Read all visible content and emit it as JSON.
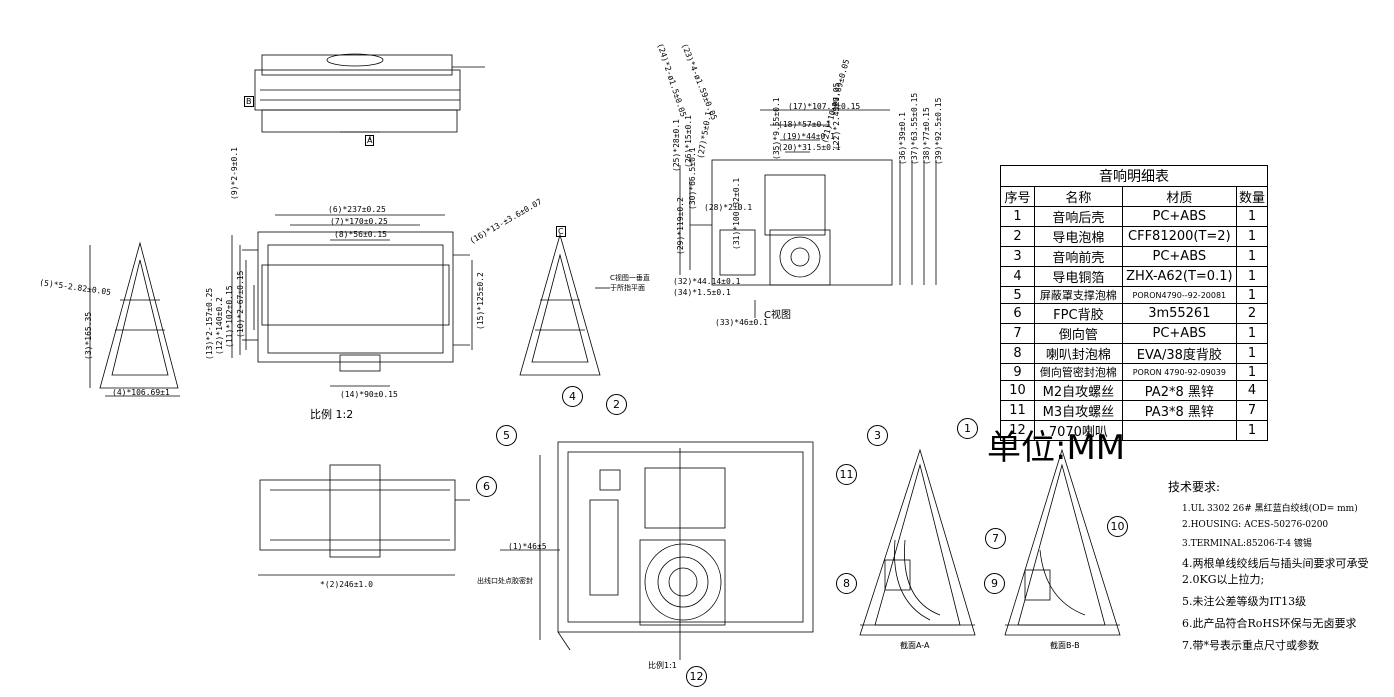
{
  "bom": {
    "title": "音响明细表",
    "headers": [
      "序号",
      "名称",
      "材质",
      "数量"
    ],
    "rows": [
      {
        "no": "1",
        "name": "音响后壳",
        "material": "PC+ABS",
        "qty": "1"
      },
      {
        "no": "2",
        "name": "导电泡棉",
        "material": "CFF81200(T=2)",
        "qty": "1"
      },
      {
        "no": "3",
        "name": "音响前壳",
        "material": "PC+ABS",
        "qty": "1"
      },
      {
        "no": "4",
        "name": "导电铜箔",
        "material": "ZHX-A62(T=0.1)",
        "qty": "1"
      },
      {
        "no": "5",
        "name": "屏蔽罩支撑泡棉",
        "material": "PORON4790--92-20081",
        "qty": "1"
      },
      {
        "no": "6",
        "name": "FPC背胶",
        "material": "3m55261",
        "qty": "2"
      },
      {
        "no": "7",
        "name": "倒向管",
        "material": "PC+ABS",
        "qty": "1"
      },
      {
        "no": "8",
        "name": "喇叭封泡棉",
        "material": "EVA/38度背胶",
        "qty": "1"
      },
      {
        "no": "9",
        "name": "倒向管密封泡棉",
        "material": "PORON 4790-92-09039",
        "qty": "1"
      },
      {
        "no": "10",
        "name": "M2自攻螺丝",
        "material": "PA2*8 黑锌",
        "qty": "4"
      },
      {
        "no": "11",
        "name": "M3自攻螺丝",
        "material": "PA3*8 黑锌",
        "qty": "7"
      },
      {
        "no": "12",
        "name": "7070喇叭",
        "material": "",
        "qty": "1"
      }
    ]
  },
  "unit": "单位:MM",
  "tech": {
    "title": "技术要求:",
    "items": [
      "1.UL 3302 26# 黑红蓝白绞线(OD= mm)",
      "2.HOUSING: ACES-50276-0200",
      "3.TERMINAL:85206-T-4 镀锡",
      "4.两根单线绞线后与插头间要求可承受2.0KG以上拉力;",
      "5.未注公差等级为IT13级",
      "6.此产品符合RoHS环保与无卤要求",
      "7.带*号表示重点尺寸或参数"
    ]
  },
  "labels": {
    "scale_1_2": "比例 1:2",
    "scale_1_1": "比例1:1",
    "section_aa": "截面A-A",
    "section_bb": "截面B-B",
    "view_c": "C视图",
    "view_c_note": "C视图一垂直\n于所指平面",
    "outlet_note": "出线口处点胶密封"
  },
  "dims": {
    "d6": "(6)*237±0.25",
    "d7": "(7)*170±0.25",
    "d8": "(8)*56±0.15",
    "d9": "(9)*2-9±0.1",
    "d16": "(16)*13-±3.6±0.07",
    "d5": "(5)*5-2.82±0.05",
    "d3": "(3)*165.35",
    "d4": "(4)*106.69±1",
    "d13": "(13)*2-157±0.25",
    "d12": "(12)*140±0.2",
    "d11": "(11)*102±0.15",
    "d10": "(10)*2-67±0.15",
    "d15": "(15)*125±0.2",
    "d14": "(14)*90±0.15",
    "d1": "(1)*46±5",
    "d2": "*(2)246±1.0",
    "d17": "(17)*107.5±0.15",
    "d18": "(18)*57±0.1",
    "d19": "(19)*44±0.1",
    "d20": "(20)*31.5±0.1",
    "d21": "(21)*10-ø1.69±0.05",
    "d22": "(22)*2.45±0.05",
    "d23": "(23)*4-ø1.59±0.05",
    "d24": "(24)*2-ø1.5±0.05",
    "d25": "(25)*28±0.1",
    "d26": "(26)*15±0.1",
    "d27": "(27)*5±0.1",
    "d28": "(28)*2±0.1",
    "d29": "(29)*119±0.2",
    "d30": "(30)*66.5±0.1",
    "d31": "(31)*100.32±0.1",
    "d32": "(32)*44.14±0.1",
    "d33": "(33)*46±0.1",
    "d34": "(34)*1.5±0.1",
    "d35": "(35)*9.55±0.1",
    "d36": "(36)*39±0.1",
    "d37": "(37)*63.55±0.15",
    "d38": "(38)*77±0.15",
    "d39": "(39)*92.5±0.15"
  },
  "balloons": [
    "1",
    "2",
    "3",
    "4",
    "5",
    "6",
    "7",
    "8",
    "9",
    "10",
    "11",
    "12"
  ],
  "datum": [
    "A",
    "B",
    "C"
  ]
}
